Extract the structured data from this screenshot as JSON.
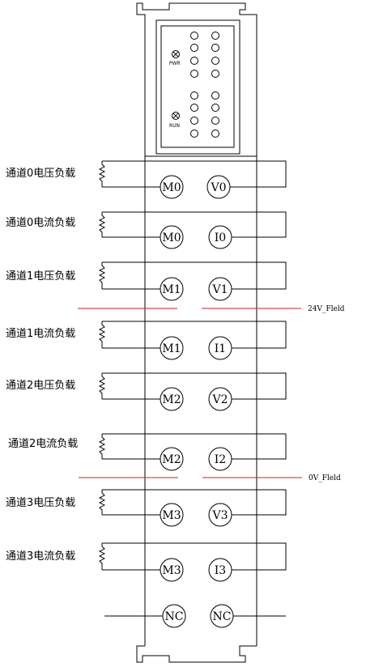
{
  "status_panel": {
    "pwr_label": "PWR",
    "run_label": "RUN"
  },
  "channels": [
    {
      "label": "通道0电压负载",
      "left_terminal": "M0",
      "right_terminal": "V0"
    },
    {
      "label": "通道0电流负载",
      "left_terminal": "M0",
      "right_terminal": "I0"
    },
    {
      "label": "通道1电压负载",
      "left_terminal": "M1",
      "right_terminal": "V1"
    },
    {
      "label": "通道1电流负载",
      "left_terminal": "M1",
      "right_terminal": "I1"
    },
    {
      "label": "通道2电压负载",
      "left_terminal": "M2",
      "right_terminal": "V2"
    },
    {
      "label": "通道2电流负载",
      "left_terminal": "M2",
      "right_terminal": "I2"
    },
    {
      "label": "通道3电压负载",
      "left_terminal": "M3",
      "right_terminal": "V3"
    },
    {
      "label": "通道3电流负载",
      "left_terminal": "M3",
      "right_terminal": "I3"
    }
  ],
  "nc_row": {
    "left_terminal": "NC",
    "right_terminal": "NC"
  },
  "rails": {
    "top": {
      "label": "24V_Fleld",
      "color": "#c0282d"
    },
    "bottom": {
      "label": "0V_Fleld",
      "color": "#c0282d"
    }
  }
}
